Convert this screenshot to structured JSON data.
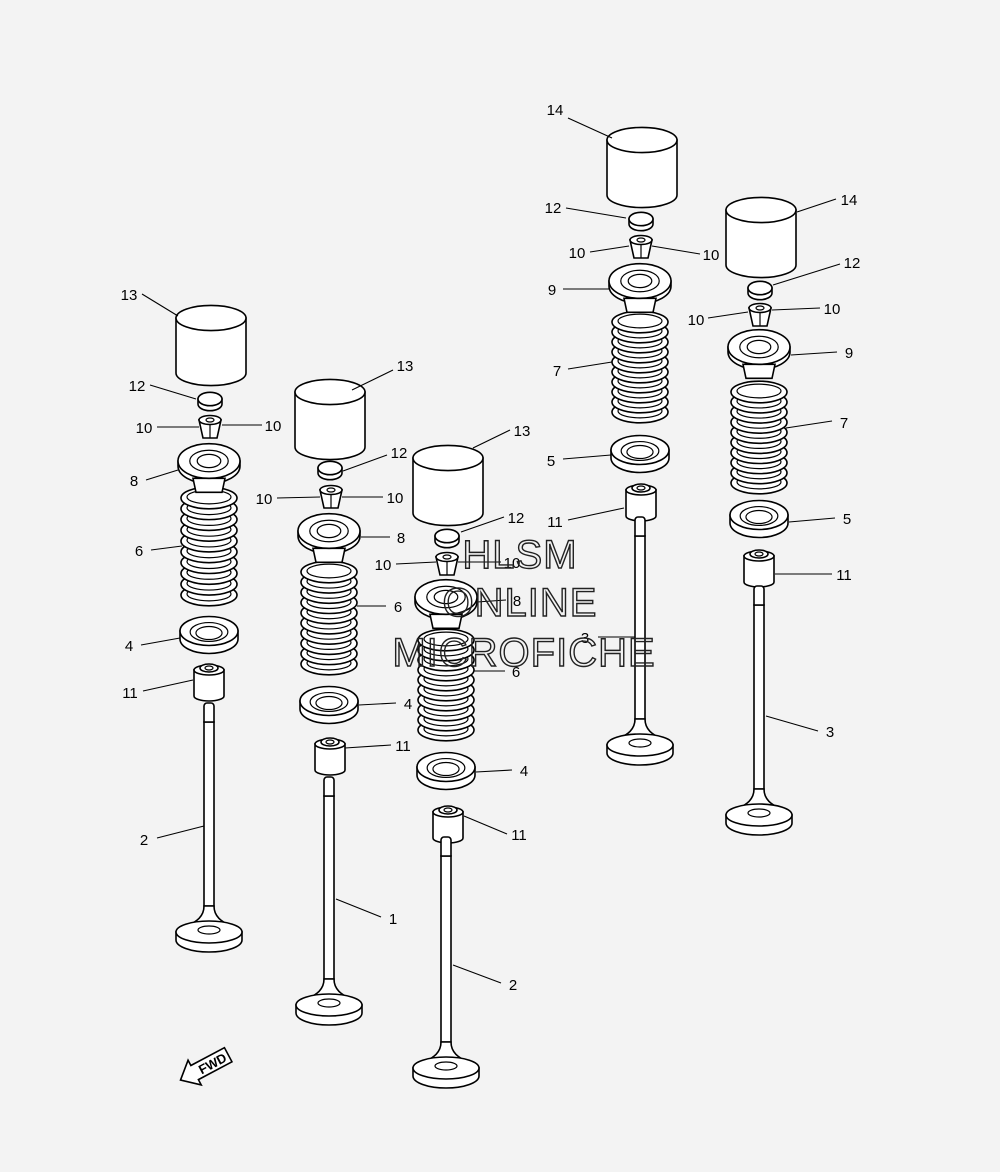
{
  "watermark": {
    "line1": "HLSM",
    "line2": "ONLINE",
    "line3": "MICROFICHE"
  },
  "fwd_label": "FWD",
  "callouts": [
    {
      "id": "c1",
      "text": "14"
    },
    {
      "id": "c2",
      "text": "12"
    },
    {
      "id": "c3",
      "text": "10"
    },
    {
      "id": "c4",
      "text": "10"
    },
    {
      "id": "c5",
      "text": "9"
    },
    {
      "id": "c6",
      "text": "7"
    },
    {
      "id": "c7",
      "text": "5"
    },
    {
      "id": "c8",
      "text": "11"
    },
    {
      "id": "c9",
      "text": "14"
    },
    {
      "id": "c10",
      "text": "12"
    },
    {
      "id": "c11",
      "text": "10"
    },
    {
      "id": "c12",
      "text": "10"
    },
    {
      "id": "c13",
      "text": "9"
    },
    {
      "id": "c14",
      "text": "7"
    },
    {
      "id": "c15",
      "text": "5"
    },
    {
      "id": "c16",
      "text": "11"
    },
    {
      "id": "c17",
      "text": "3"
    },
    {
      "id": "c18",
      "text": "13"
    },
    {
      "id": "c19",
      "text": "12"
    },
    {
      "id": "c20",
      "text": "10"
    },
    {
      "id": "c21",
      "text": "10"
    },
    {
      "id": "c22",
      "text": "8"
    },
    {
      "id": "c23",
      "text": "6"
    },
    {
      "id": "c24",
      "text": "4"
    },
    {
      "id": "c25",
      "text": "11"
    },
    {
      "id": "c26",
      "text": "2"
    },
    {
      "id": "c27",
      "text": "13"
    },
    {
      "id": "c28",
      "text": "12"
    },
    {
      "id": "c29",
      "text": "10"
    },
    {
      "id": "c30",
      "text": "10"
    },
    {
      "id": "c31",
      "text": "8"
    },
    {
      "id": "c32",
      "text": "6"
    },
    {
      "id": "c33",
      "text": "4"
    },
    {
      "id": "c34",
      "text": "11"
    },
    {
      "id": "c35",
      "text": "1"
    },
    {
      "id": "c36",
      "text": "13"
    },
    {
      "id": "c37",
      "text": "12"
    },
    {
      "id": "c38",
      "text": "10"
    },
    {
      "id": "c39",
      "text": "10"
    },
    {
      "id": "c40",
      "text": "8"
    },
    {
      "id": "c41",
      "text": "6"
    },
    {
      "id": "c42",
      "text": "4"
    },
    {
      "id": "c43",
      "text": "11"
    },
    {
      "id": "c44",
      "text": "2"
    },
    {
      "id": "c45",
      "text": "3"
    }
  ]
}
